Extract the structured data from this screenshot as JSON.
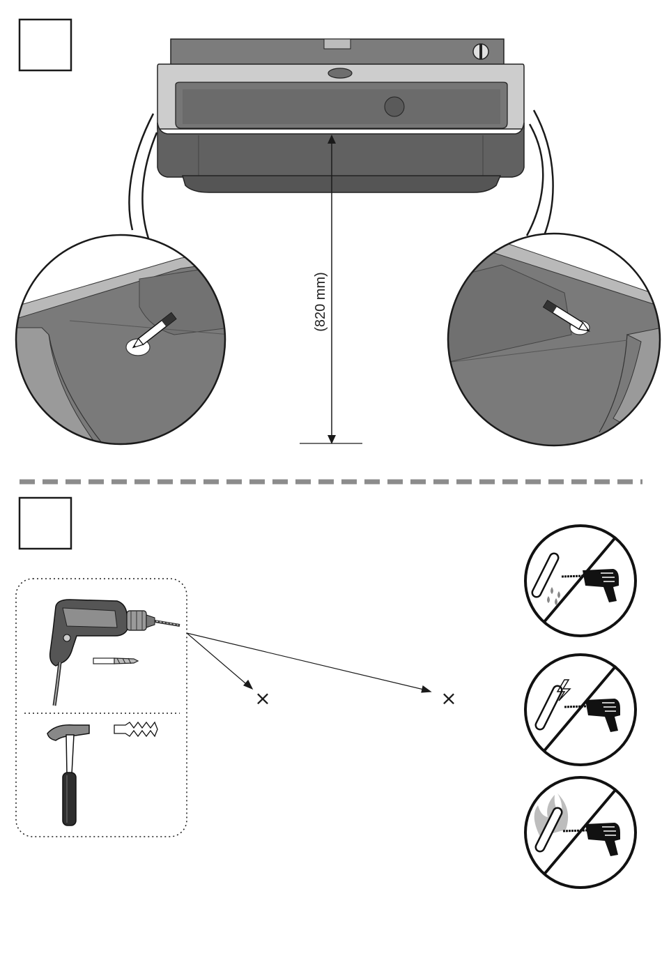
{
  "step1": {
    "number": "",
    "dimension_label": "(820 mm)"
  },
  "step2": {
    "number": "",
    "mark_1": "×",
    "mark_2": "×"
  },
  "warnings": [
    "water-pipe",
    "electric-cable",
    "gas-pipe"
  ],
  "colors": {
    "ink": "#1a1a1a",
    "basin_dark": "#5f5f5f",
    "basin_mid": "#8a8a8a",
    "basin_light": "#cfcfcf",
    "divider": "#8c8c8c"
  }
}
